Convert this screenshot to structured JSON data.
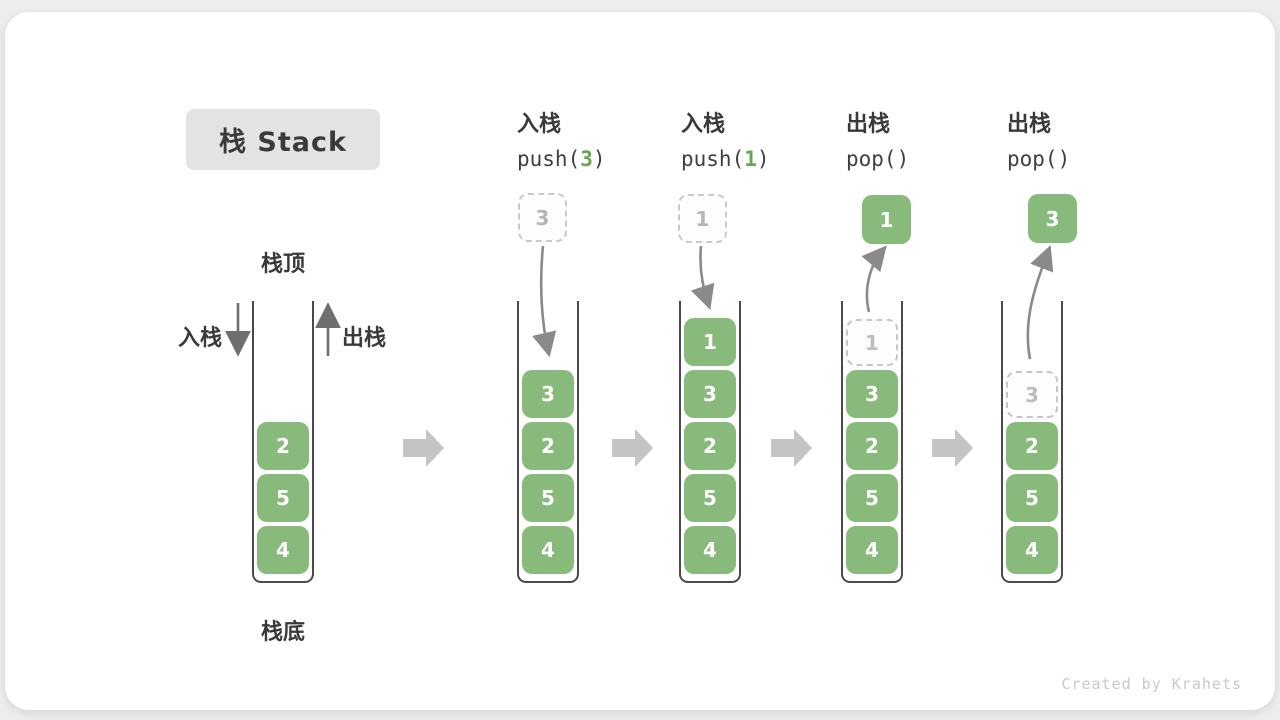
{
  "title": {
    "text": "栈 Stack"
  },
  "legend": {
    "top": "栈顶",
    "bottom": "栈底",
    "push_dir": "入栈",
    "pop_dir": "出栈"
  },
  "operations": [
    {
      "name": "入栈",
      "code_pre": "push(",
      "code_arg": "3",
      "code_suf": ")"
    },
    {
      "name": "入栈",
      "code_pre": "push(",
      "code_arg": "1",
      "code_suf": ")"
    },
    {
      "name": "出栈",
      "code_pre": "pop(",
      "code_arg": "",
      "code_suf": ")"
    },
    {
      "name": "出栈",
      "code_pre": "pop(",
      "code_arg": "",
      "code_suf": ")"
    }
  ],
  "floating": [
    {
      "style": "dashed",
      "value": "3"
    },
    {
      "style": "dashed",
      "value": "1"
    },
    {
      "style": "solid",
      "value": "1"
    },
    {
      "style": "solid",
      "value": "3"
    }
  ],
  "stacks": [
    {
      "cells": [
        "2",
        "5",
        "4"
      ]
    },
    {
      "cells": [
        "3",
        "2",
        "5",
        "4"
      ]
    },
    {
      "cells": [
        "1",
        "3",
        "2",
        "5",
        "4"
      ]
    },
    {
      "ghost": "1",
      "cells": [
        "3",
        "2",
        "5",
        "4"
      ]
    },
    {
      "ghost": "3",
      "cells": [
        "2",
        "5",
        "4"
      ]
    }
  ],
  "footer": {
    "credit": "Created by Krahets"
  },
  "colors": {
    "cell_green": "#87ba7b",
    "code_green": "#64a74f",
    "curve_arrow_gray": "#8a8a8a",
    "direction_arrow_gray": "#6f6f6f",
    "block_arrow_gray": "#c4c4c4",
    "badge_gray": "#e3e3e3",
    "container_border": "#4a4a4a"
  }
}
